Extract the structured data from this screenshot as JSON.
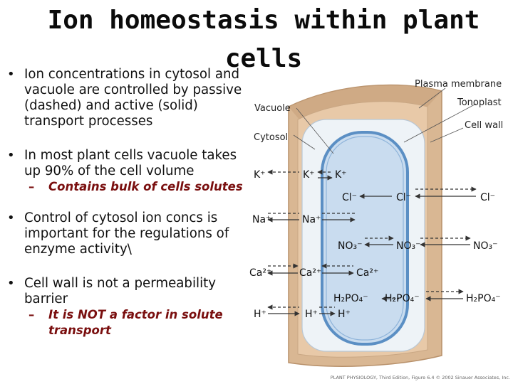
{
  "title": "Ion homeostasis within plant cells",
  "bullets": [
    {
      "text": "Ion concentrations in cytosol and vacuole are controlled by passive (dashed) and active (solid) transport processes",
      "subs": []
    },
    {
      "text": "In most plant cells vacuole takes up 90% of the cell volume",
      "subs": [
        "Contains bulk of cells solutes"
      ]
    },
    {
      "text": "Control of cytosol ion concs is important for the regulations of enzyme activity\\",
      "subs": []
    },
    {
      "text": "Cell wall is not a permeability barrier",
      "subs": [
        "It is NOT a factor in solute transport"
      ]
    }
  ],
  "figure": {
    "labels": {
      "plasma_membrane": "Plasma membrane",
      "tonoplast": "Tonoplast",
      "cell_wall": "Cell wall",
      "vacuole": "Vacuole",
      "cytosol": "Cytosol"
    },
    "ions": {
      "k_out": "K⁺",
      "k_cyt": "K⁺",
      "k_vac": "K⁺",
      "cl_vac": "Cl⁻",
      "cl_cyt": "Cl⁻",
      "cl_out": "Cl⁻",
      "na_out": "Na⁺",
      "na_cyt": "Na⁺",
      "no3_vac": "NO₃⁻",
      "no3_cyt": "NO₃⁻",
      "no3_out": "NO₃⁻",
      "ca_out": "Ca²⁺",
      "ca_cyt": "Ca²⁺",
      "ca_vac": "Ca²⁺",
      "h2po4_vac": "H₂PO₄⁻",
      "h2po4_cyt": "H₂PO₄⁻",
      "h2po4_out": "H₂PO₄⁻",
      "h_out": "H⁺",
      "h_cyt": "H⁺",
      "h_vac": "H⁺"
    },
    "credit": "PLANT PHYSIOLOGY, Third Edition, Figure 6.4 © 2002 Sinauer Associates, Inc."
  },
  "colors": {
    "wall_outer": "#d9b793",
    "wall_inner": "#e8c9a8",
    "cytosol": "#eef3f7",
    "vacuole": "#c9dcef",
    "tonoplast": "#5b8fc4",
    "subtitle_red": "#7a0f0f"
  }
}
